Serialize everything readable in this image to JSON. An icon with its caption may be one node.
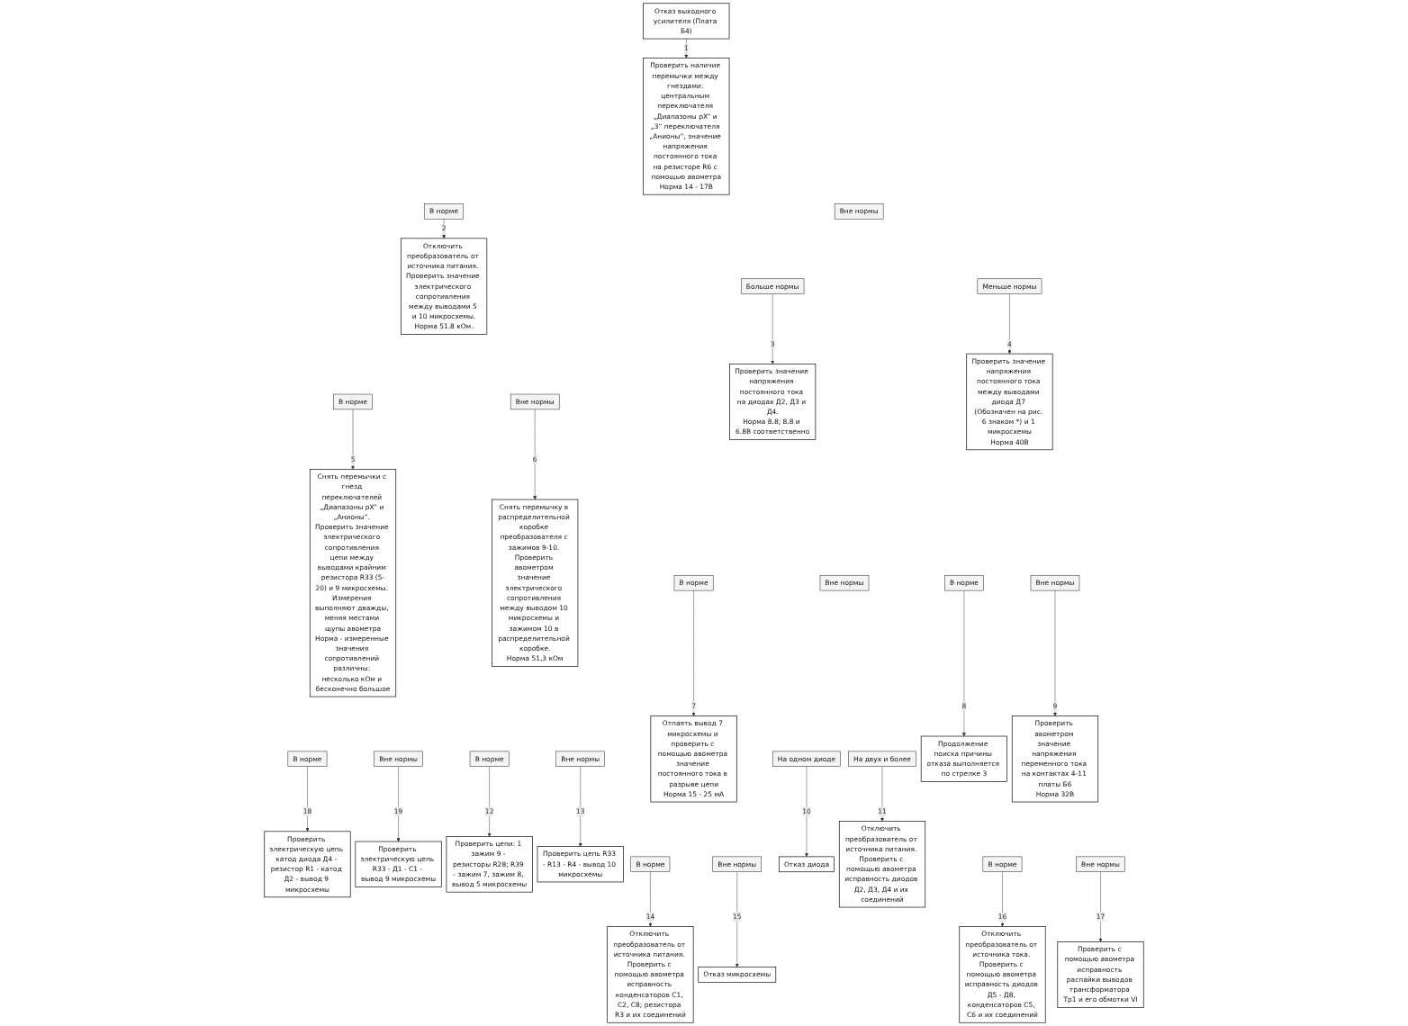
{
  "diagram": {
    "nodes": [
      {
        "text": [
          "Отказ выходного усилителя (Плата Б4)"
        ]
      },
      {
        "text": [
          "Проверить наличие перемычки между гнездами: центральным переключателя „Диапазоны pX“ и „3“ переключателя „Анионы“, значение напряжения постоянного тока на резисторе R6 с помощью авометра",
          "Норма 14 - 17В"
        ]
      },
      {
        "text": [
          "В норме"
        ]
      },
      {
        "text": [
          "Вне нормы"
        ]
      },
      {
        "text": [
          "Больше нормы"
        ]
      },
      {
        "text": [
          "Меньше нормы"
        ]
      },
      {
        "text": [
          "Отключить преобразователь от источника питания. Проверить значение электрического сопротивления между выводами 5 и 10 микросхемы.",
          "Норма 51.8 кОм."
        ]
      },
      {
        "text": [
          "В норме"
        ]
      },
      {
        "text": [
          "Вне нормы"
        ]
      },
      {
        "text": [
          "Проверить значение напряжения постоянного тока на диодах Д2, Д3 и Д4.",
          "Норма 8.8; 8.8 и 6.8В соответственно"
        ]
      },
      {
        "text": [
          "В норме"
        ]
      },
      {
        "text": [
          "Вне нормы"
        ]
      },
      {
        "text": [
          "На одном диоде"
        ]
      },
      {
        "text": [
          "На двух и более"
        ]
      },
      {
        "text": [
          "Проверить значение напряжения постоянного тока между выводами диода Д7 (Обозначен на рис. 6 знаком *) и 1 микросхемы",
          "Норма 40В"
        ]
      },
      {
        "text": [
          "В норме"
        ]
      },
      {
        "text": [
          "Вне нормы"
        ]
      },
      {
        "text": [
          "Снять перемычки с гнезд переключателей „Диапазоны pX“ и „Анионы“. Проверить значение электрического сопротивления цепи между выводами крайним резистора R33 (5-20) и 9 микросхемы. Измерения выполняют дважды, меняя местами щупы авометра",
          "Норма - измеренные значения сопротивлений различны: несколько кОм и бесконечно большое"
        ]
      },
      {
        "text": [
          "В норме"
        ]
      },
      {
        "text": [
          "Вне нормы"
        ]
      },
      {
        "text": [
          "Снять перемычку в распределительной коробке преобразователя с зажимов 9-10. Проверить авометром значение электрического сопротивления между выводом 10 микросхемы и зажимом 10 в распределительной коробке.",
          "Норма 51,3 кОм"
        ]
      },
      {
        "text": [
          "В норме"
        ]
      },
      {
        "text": [
          "Вне нормы"
        ]
      },
      {
        "text": [
          "Отпаять вывод 7 микросхемы и проверить с помощью авометра значение постоянного тока в разрыве цепи",
          "Норма 15 - 25 мА"
        ]
      },
      {
        "text": [
          "В норме"
        ]
      },
      {
        "text": [
          "Вне нормы"
        ]
      },
      {
        "text": [
          "Отказ диода"
        ]
      },
      {
        "text": [
          "Отключить преобразователь от источника питания. Проверить с помощью авометра исправность диодов Д2, Д3, Д4 и их соединений"
        ]
      },
      {
        "text": [
          "Продолжение поиска причины отказа выполняется по стрелке 3"
        ]
      },
      {
        "text": [
          "Проверить авометром значение напряжения переменного тока на контактах 4-11 платы Б6",
          "Норма 32В"
        ]
      },
      {
        "text": [
          "В норме"
        ]
      },
      {
        "text": [
          "Вне нормы"
        ]
      },
      {
        "text": [
          "Проверить цепи: 1 зажим 9 - резисторы R28; R39 - зажим 7, зажим 8, вывод 5 микросхемы"
        ]
      },
      {
        "text": [
          "Проверить цепь R33 - R13 - R4 - вывод 10 микросхемы"
        ]
      },
      {
        "text": [
          "Отключить преобразователь от источника питания. Проверить с помощью авометра исправность конденсаторов C1, C2, C8; резистора R3 и их соединений"
        ]
      },
      {
        "text": [
          "Отказ микросхемы"
        ]
      },
      {
        "text": [
          "Отключить преобразователь от источника тока. Проверить с помощью авометра исправность диодов Д5 - Д8, конденсаторов C5, C6 и их соединений"
        ]
      },
      {
        "text": [
          "Проверить с помощью авометра исправность распайки выводов трансформатора Tp1 и его обмотки VI"
        ]
      },
      {
        "text": [
          "Проверить электрическую цепь катод диода Д4 - резистор R1 - катод Д2 - вывод 9 микросхемы"
        ]
      },
      {
        "text": [
          "Проверить электрическую цепь R33 - Д1 - C1 - вывод 9 микросхемы"
        ]
      }
    ],
    "edges": [
      {
        "from": 0,
        "to": 1,
        "arrow": "to",
        "label": "1"
      },
      {
        "from": 2,
        "to": 6,
        "arrow": "to",
        "label": "2"
      },
      {
        "from": 4,
        "to": 9,
        "arrow": "to",
        "label": "3"
      },
      {
        "from": 5,
        "to": 14,
        "arrow": "to",
        "label": "4"
      },
      {
        "from": 7,
        "to": 17,
        "arrow": "to",
        "label": "5"
      },
      {
        "from": 8,
        "to": 20,
        "arrow": "to",
        "label": "6"
      },
      {
        "from": 10,
        "to": 23,
        "arrow": "to",
        "label": "7"
      },
      {
        "from": 15,
        "to": 28,
        "arrow": "to",
        "label": "8"
      },
      {
        "from": 16,
        "to": 29,
        "arrow": "to",
        "label": "9"
      },
      {
        "from": 12,
        "to": 26,
        "arrow": "to",
        "label": "10"
      },
      {
        "from": 13,
        "to": 27,
        "arrow": "to",
        "label": "11"
      },
      {
        "from": 21,
        "to": 32,
        "arrow": "to",
        "label": "12"
      },
      {
        "from": 22,
        "to": 33,
        "arrow": "to",
        "label": "13"
      },
      {
        "from": 24,
        "to": 34,
        "arrow": "to",
        "label": "14"
      },
      {
        "from": 25,
        "to": 35,
        "arrow": "to",
        "label": "15"
      },
      {
        "from": 30,
        "to": 36,
        "arrow": "to",
        "label": "16"
      },
      {
        "from": 31,
        "to": 37,
        "arrow": "to",
        "label": "17"
      },
      {
        "from": 18,
        "to": 38,
        "arrow": "to",
        "label": "18"
      },
      {
        "from": 19,
        "to": 39,
        "arrow": "to",
        "label": "19"
      }
    ]
  }
}
